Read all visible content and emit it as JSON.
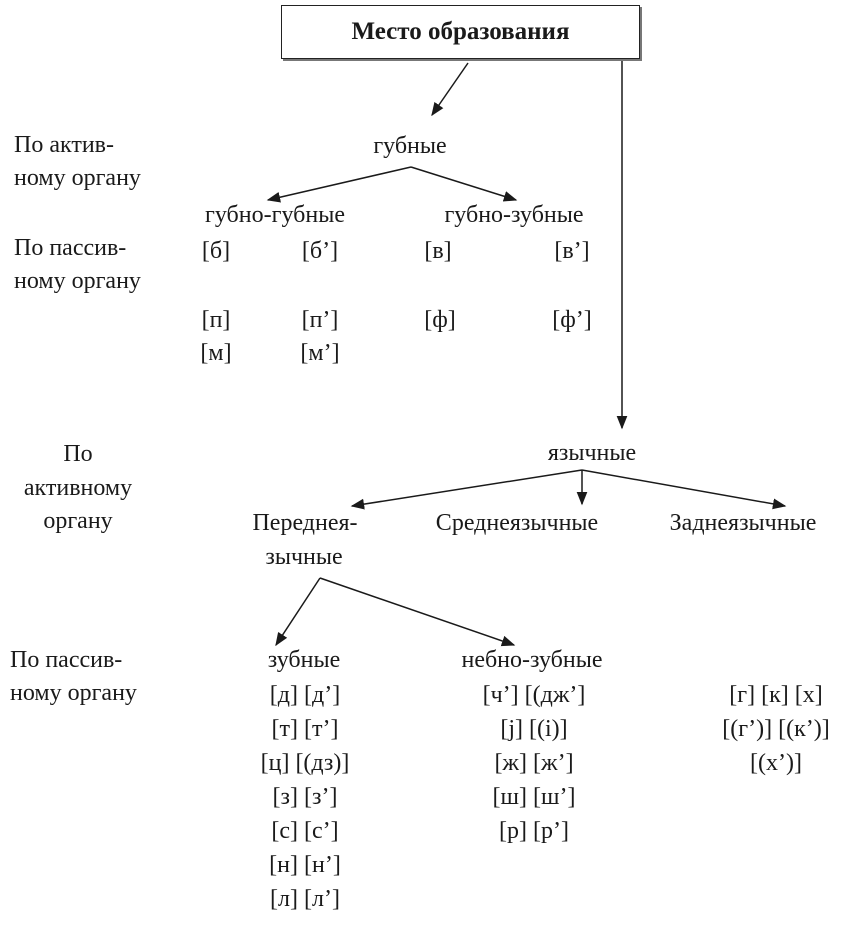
{
  "title": "Место образования",
  "left_labels": {
    "active_1": [
      "По актив-",
      "ному органу"
    ],
    "passive_1": [
      "По пассив-",
      "ному органу"
    ],
    "active_2": [
      "По",
      "активному",
      "органу"
    ],
    "passive_2": [
      "По пассив-",
      "ному органу"
    ]
  },
  "labial": {
    "name": "губные",
    "bilabial": "губно-губные",
    "labiodental": "губно-зубные",
    "bilabial_sounds": [
      [
        "[б]",
        "[б’]"
      ],
      [
        "[п]",
        "[п’]"
      ],
      [
        "[м]",
        "[м’]"
      ]
    ],
    "labiodental_sounds": [
      [
        "[в]",
        "[в’]"
      ],
      [
        "[ф]",
        "[ф’]"
      ]
    ]
  },
  "lingual": {
    "name": "язычные",
    "front": [
      "Переднея-",
      "зычные"
    ],
    "middle": "Среднеязычные",
    "back": "Заднеязычные",
    "dental": "зубные",
    "palatodental": "небно-зубные",
    "dental_sounds": [
      "[д] [д’]",
      "[т] [т’]",
      "[ц] [(дз)]",
      "[з] [з’]",
      "[с] [с’]",
      "[н] [н’]",
      "[л] [л’]"
    ],
    "palatodental_sounds": [
      "[ч’] [(дж’]",
      "[j] [(i)]",
      "[ж] [ж’]",
      "[ш] [ш’]",
      "[р] [р’]"
    ],
    "back_sounds": [
      "[г] [к] [х]",
      "[(г’)] [(к’)]",
      "[(х’)]"
    ]
  }
}
